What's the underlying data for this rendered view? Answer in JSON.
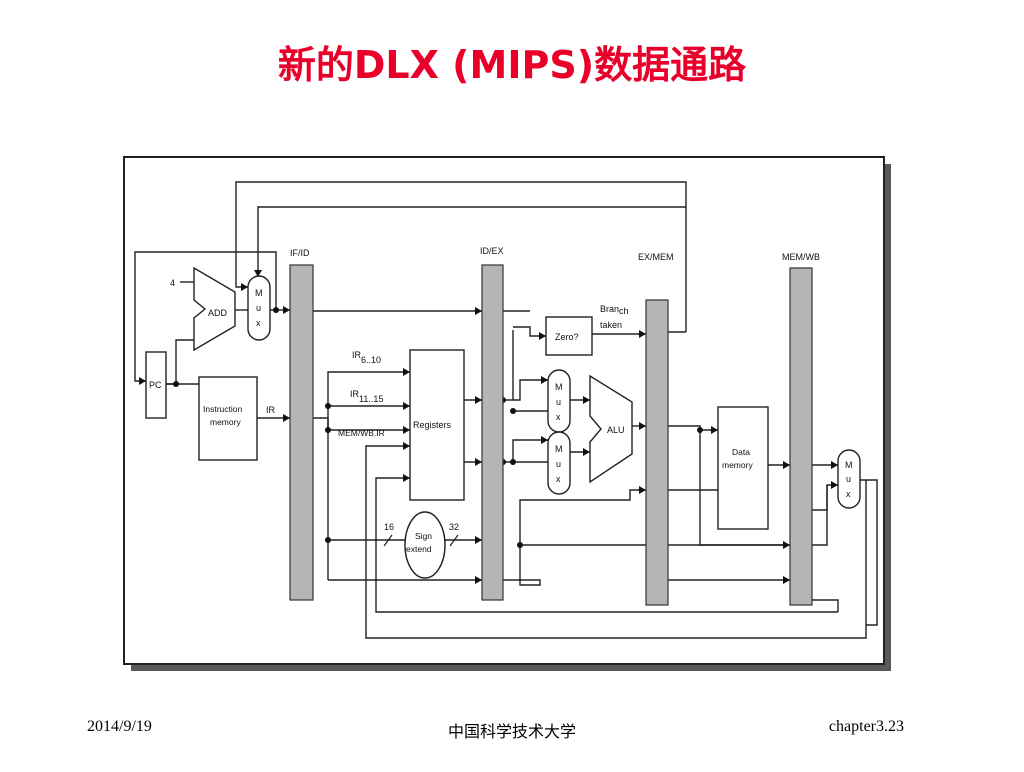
{
  "title": "新的DLX (MIPS)数据通路",
  "footer": {
    "date": "2014/9/19",
    "institution": "中国科学技术大学",
    "page": "chapter3.23"
  },
  "diagram": {
    "pipeline_registers": {
      "if_id": "IF/ID",
      "id_ex": "ID/EX",
      "ex_mem": "EX/MEM",
      "mem_wb": "MEM/WB"
    },
    "pc": "PC",
    "add": "ADD",
    "const_4": "4",
    "mux_letters": [
      "M",
      "u",
      "x"
    ],
    "instruction_memory": [
      "Instruction",
      "memory"
    ],
    "ir": "IR",
    "ir_6_10": {
      "base": "IR",
      "sub": "6..10"
    },
    "ir_11_15": {
      "base": "IR",
      "sub": "11..15"
    },
    "mem_wb_ir": "MEM/WB.IR",
    "registers": "Registers",
    "sign_extend": [
      "Sign",
      "extend"
    ],
    "width_16": "16",
    "width_32": "32",
    "zero": "Zero?",
    "branch_taken": {
      "line1_a": "Bran",
      "line1_b": "ch",
      "line2": "taken"
    },
    "alu": "ALU",
    "data_memory": [
      "Data",
      "memory"
    ]
  }
}
